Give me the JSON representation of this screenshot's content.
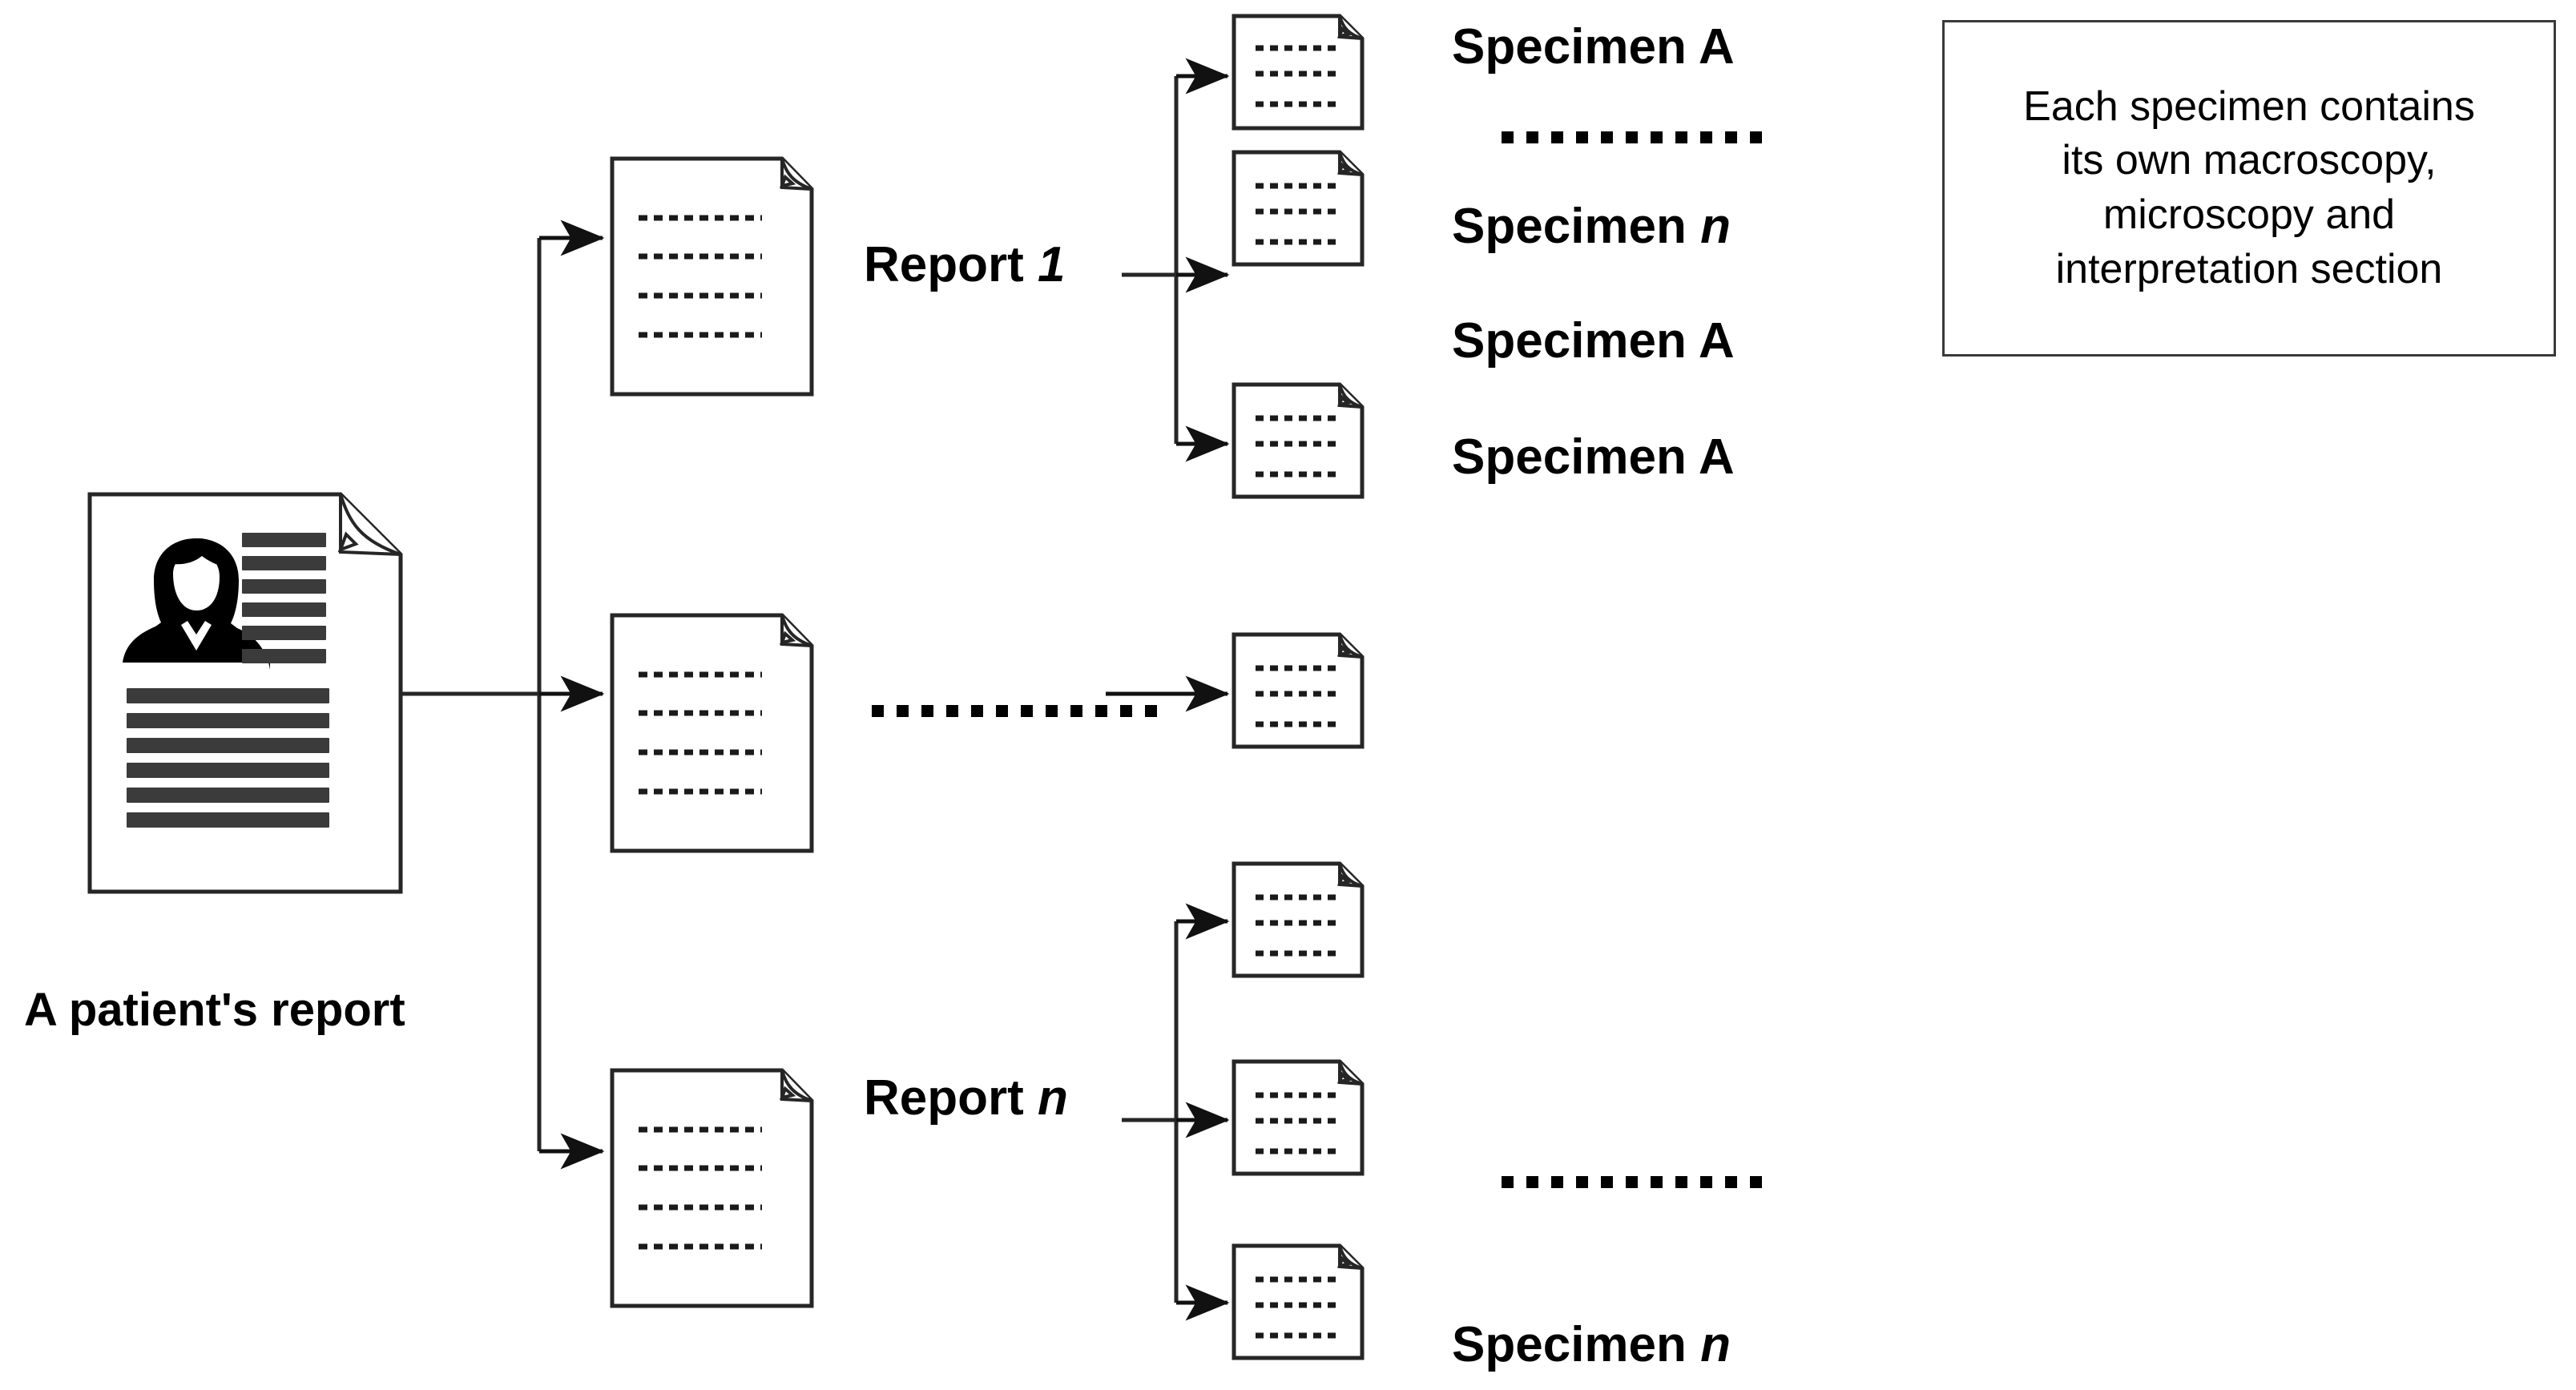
{
  "diagram": {
    "title_caption": "A patient's report",
    "patient_document": {
      "icon": "patient-report-document-icon",
      "avatar": "person-avatar-icon",
      "short_text_lines": 6,
      "long_text_lines": 6
    },
    "reports": [
      {
        "id": "report-1",
        "label": "Report 1",
        "label_plain": "Report ",
        "label_italic": "1",
        "doc_lines": 4,
        "specimens": [
          {
            "id": "specimen-a",
            "label": "Specimen A",
            "label_plain": "Specimen ",
            "label_italic": "A",
            "doc_lines": 3
          },
          {
            "id": "specimen-ellipsis",
            "label": "...........",
            "is_ellipsis": true,
            "dots": 11
          },
          {
            "id": "specimen-n",
            "label": "Specimen n",
            "label_plain": "Specimen ",
            "label_italic": "n",
            "doc_lines": 3
          }
        ]
      },
      {
        "id": "report-ellipsis",
        "label": "...........",
        "is_ellipsis": true,
        "dots": 12,
        "doc_lines": 4,
        "specimens": [
          {
            "id": "specimen-a",
            "label": "Specimen A",
            "label_plain": "Specimen ",
            "label_italic": "A",
            "doc_lines": 3
          }
        ]
      },
      {
        "id": "report-n",
        "label": "Report n",
        "label_plain": "Report ",
        "label_italic": "n",
        "doc_lines": 4,
        "specimens": [
          {
            "id": "specimen-a",
            "label": "Specimen A",
            "label_plain": "Specimen ",
            "label_italic": "A",
            "doc_lines": 3
          },
          {
            "id": "specimen-ellipsis",
            "label": "...........",
            "is_ellipsis": true,
            "dots": 11
          },
          {
            "id": "specimen-n",
            "label": "Specimen n",
            "label_plain": "Specimen ",
            "label_italic": "n",
            "doc_lines": 3
          }
        ]
      }
    ],
    "note": {
      "line1": "Each specimen contains",
      "line2": "its own macroscopy,",
      "line3": "microscopy and",
      "line4": "interpretation section",
      "full_text": "Each specimen contains its own macroscopy, microscopy and interpretation section"
    },
    "labels": {
      "report_1": "Report 1",
      "report_n": "Report n",
      "specimen_a": "Specimen A",
      "specimen_n": "Specimen n",
      "patient_caption": "A patient's report"
    },
    "colors": {
      "stroke": "#262626",
      "stroke_light": "#3a3a3a",
      "text": "#000000",
      "bar_fill": "#3b3b3b",
      "background": "#ffffff"
    }
  }
}
